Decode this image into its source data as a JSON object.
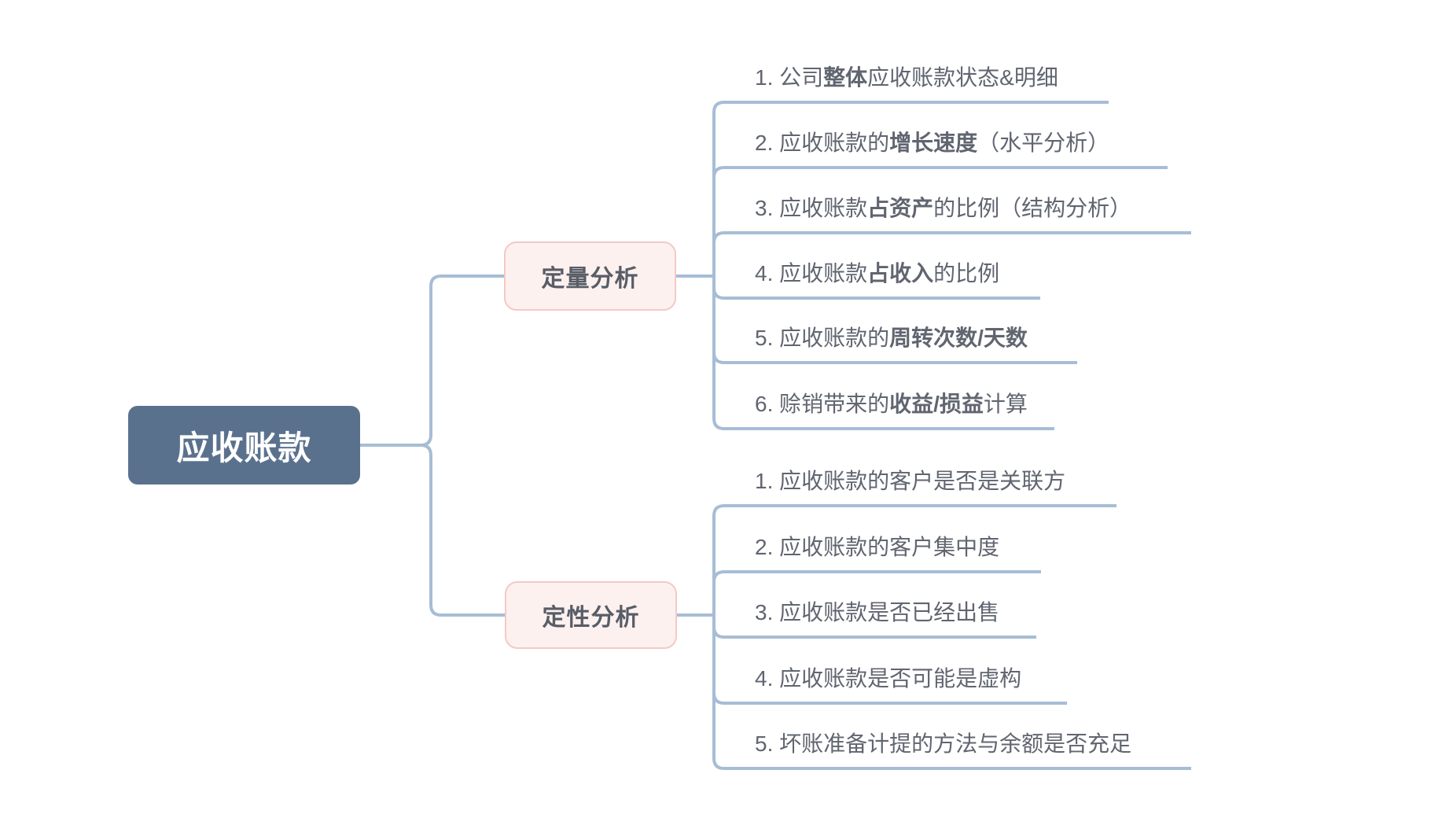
{
  "root": {
    "label": "应收账款"
  },
  "branches": [
    {
      "label": "定量分析",
      "items": [
        {
          "parts": [
            {
              "t": "1. 公司"
            },
            {
              "t": "整体",
              "b": true
            },
            {
              "t": "应收账款状态&明细"
            }
          ]
        },
        {
          "parts": [
            {
              "t": "2. 应收账款的"
            },
            {
              "t": "增长速度",
              "b": true
            },
            {
              "t": "（水平分析）"
            }
          ]
        },
        {
          "parts": [
            {
              "t": "3. 应收账款"
            },
            {
              "t": "占资产",
              "b": true
            },
            {
              "t": "的比例（结构分析）"
            }
          ]
        },
        {
          "parts": [
            {
              "t": "4. 应收账款"
            },
            {
              "t": "占收入",
              "b": true
            },
            {
              "t": "的比例"
            }
          ]
        },
        {
          "parts": [
            {
              "t": "5. 应收账款的"
            },
            {
              "t": "周转次数/天数",
              "b": true
            }
          ]
        },
        {
          "parts": [
            {
              "t": "6. 赊销带来的"
            },
            {
              "t": "收益/损益",
              "b": true
            },
            {
              "t": "计算"
            }
          ]
        }
      ]
    },
    {
      "label": "定性分析",
      "items": [
        {
          "parts": [
            {
              "t": "1. 应收账款的客户是否是关联方"
            }
          ]
        },
        {
          "parts": [
            {
              "t": "2. 应收账款的客户集中度"
            }
          ]
        },
        {
          "parts": [
            {
              "t": "3. 应收账款是否已经出售"
            }
          ]
        },
        {
          "parts": [
            {
              "t": "4. 应收账款是否可能是虚构"
            }
          ]
        },
        {
          "parts": [
            {
              "t": "5. 坏账准备计提的方法与余额是否充足"
            }
          ]
        }
      ]
    }
  ],
  "colors": {
    "root_fill": "#5a718e",
    "root_text": "#ffffff",
    "connector": "#a7bdd5",
    "branch_fill": "#fdf1f0",
    "branch_border": "#f3c9c6",
    "branch_text": "#585d66",
    "leaf_text": "#606570"
  }
}
